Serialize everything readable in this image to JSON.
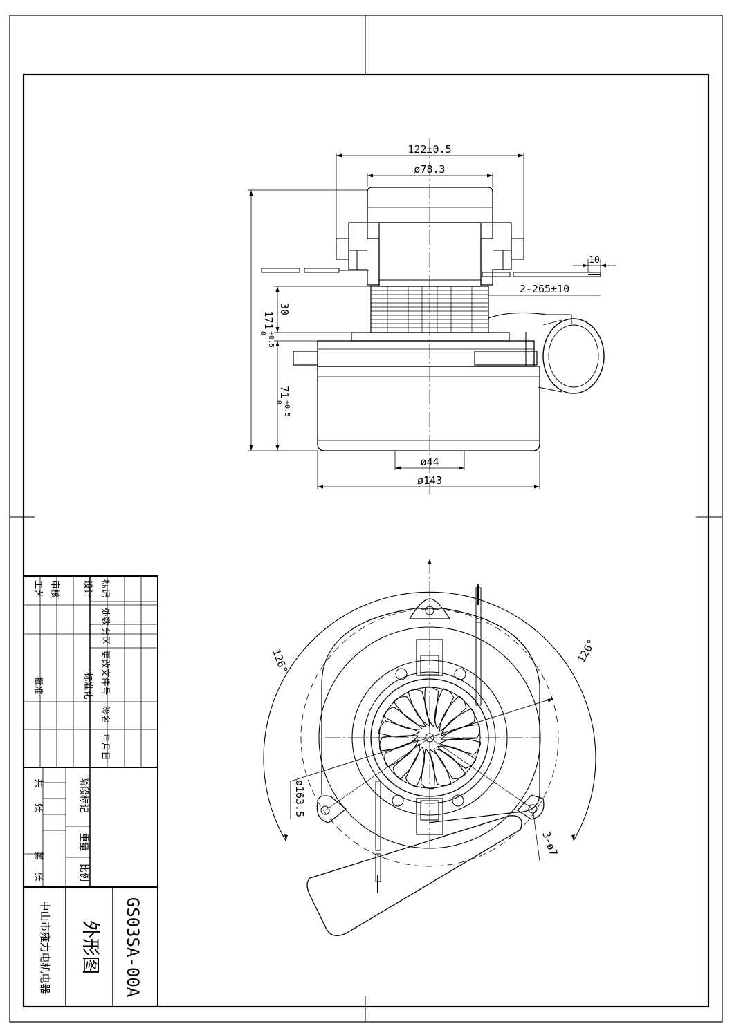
{
  "drawing": {
    "number": "GS03SA-00A",
    "title": "外形图",
    "company": "中山市雍力电机电器"
  },
  "dimensions": {
    "width_top": "122±0.5",
    "dia_cap": "ø78.3",
    "lead_spacing": "10",
    "lead_length": "2-265±10",
    "stack_height": "30",
    "overall_height": "171",
    "overall_height_tol_upper": "+0.5",
    "overall_height_tol_lower": "0",
    "body_height": "71",
    "body_height_tol_upper": "+0.5",
    "body_height_tol_lower": "0",
    "dia_inlet": "ø44",
    "dia_body": "ø143",
    "angle_left": "126°",
    "angle_right": "126°",
    "dia_outer": "ø163.5",
    "holes": "3-ø7"
  },
  "title_block": {
    "row_labels": [
      "标记",
      "处数",
      "分区",
      "更改文件号",
      "签名",
      "年月日"
    ],
    "sign_labels": [
      "设计",
      "审核",
      "工艺"
    ],
    "standard": "标准化",
    "approve": "批准",
    "stage_mark": "阶段标记",
    "weight": "重量",
    "scale": "比例",
    "total_sheets_a": "共",
    "total_sheets_b": "张",
    "sheet_no_a": "第",
    "sheet_no_b": "张"
  }
}
